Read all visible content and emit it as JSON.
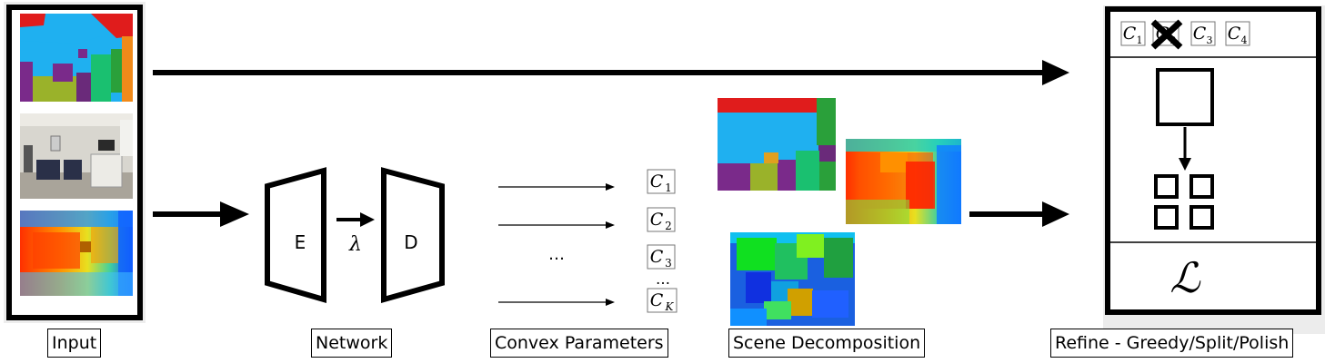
{
  "stages": {
    "input": "Input",
    "network": "Network",
    "convex": "Convex Parameters",
    "scene": "Scene Decomposition",
    "refine": "Refine - Greedy/Split/Polish"
  },
  "network": {
    "encoder": "E",
    "latent": "λ",
    "decoder": "D"
  },
  "convex_params": {
    "items": [
      {
        "base": "C",
        "sub": "1"
      },
      {
        "base": "C",
        "sub": "2"
      },
      {
        "base": "C",
        "sub": "3"
      },
      {
        "base": "C",
        "sub": "K"
      }
    ],
    "ellipsis_left": "…",
    "ellipsis_between": "…"
  },
  "refine": {
    "top_items": [
      {
        "base": "C",
        "sub": "1",
        "crossed": false
      },
      {
        "base": "C",
        "sub": "2",
        "crossed": true
      },
      {
        "base": "C",
        "sub": "3",
        "crossed": false
      },
      {
        "base": "C",
        "sub": "4",
        "crossed": false
      }
    ],
    "loss_symbol": "ℒ"
  },
  "colors": {
    "stroke": "#000000",
    "background": "#ffffff"
  }
}
